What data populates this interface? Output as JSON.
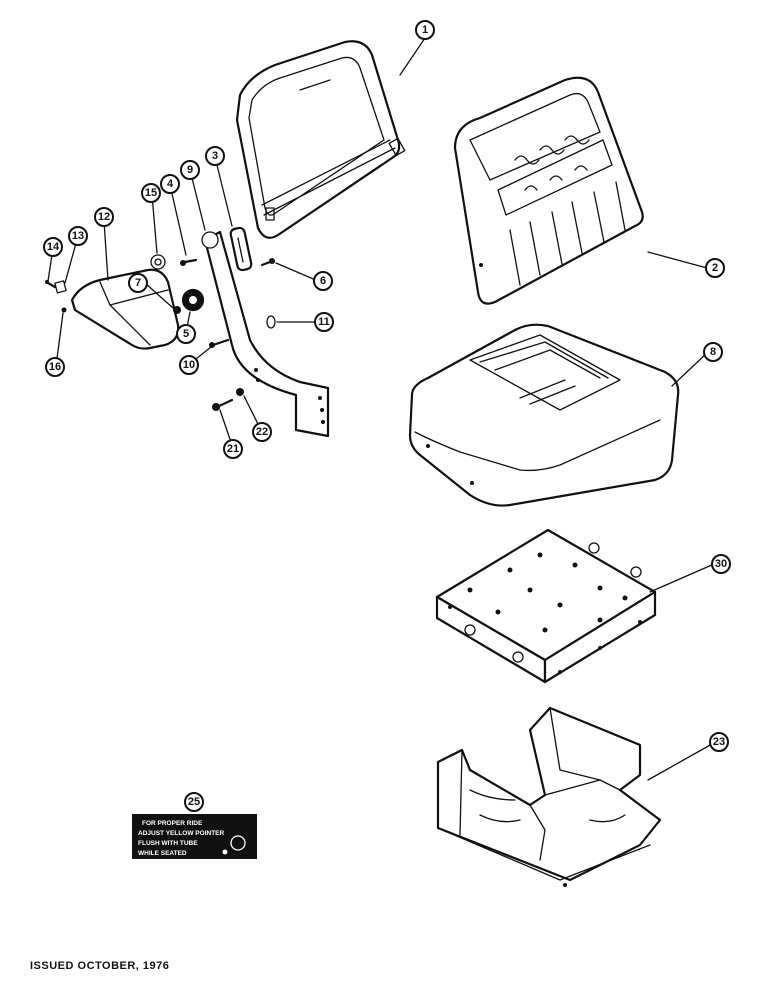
{
  "callouts": {
    "c1": "1",
    "c2": "2",
    "c3": "3",
    "c4": "4",
    "c5": "5",
    "c6": "6",
    "c7": "7",
    "c8": "8",
    "c9": "9",
    "c10": "10",
    "c11": "11",
    "c12": "12",
    "c13": "13",
    "c14": "14",
    "c15": "15",
    "c16": "16",
    "c21": "21",
    "c22": "22",
    "c23": "23",
    "c25": "25",
    "c30": "30"
  },
  "decal": {
    "line1": "FOR PROPER RIDE",
    "line2": "ADJUST YELLOW POINTER",
    "line3": "FLUSH WITH TUBE",
    "line4": "WHILE SEATED"
  },
  "footer": {
    "issued": "ISSUED OCTOBER, 1976"
  }
}
